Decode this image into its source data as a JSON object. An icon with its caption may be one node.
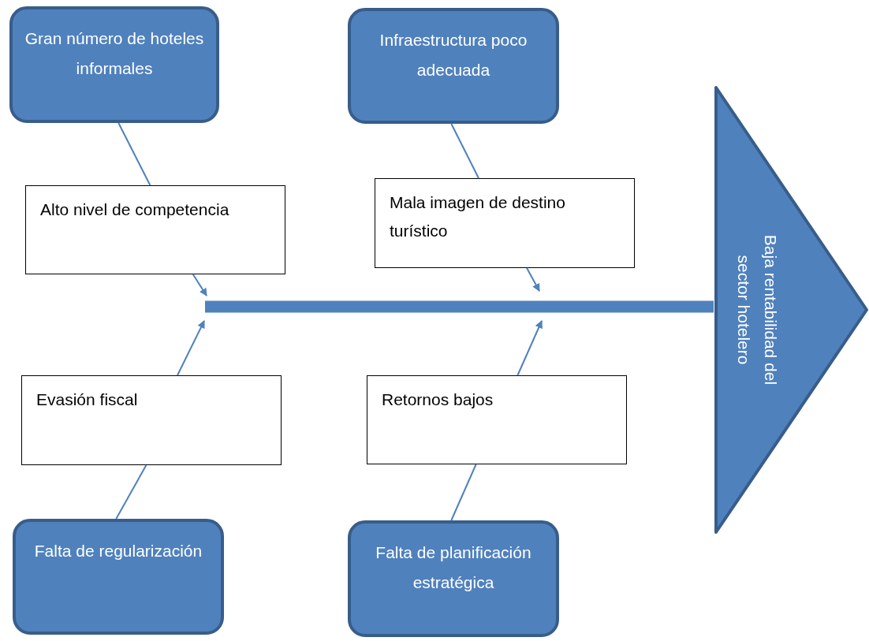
{
  "diagram": {
    "nodes": [
      {
        "text": [
          "Gran número de hoteles informales"
        ]
      },
      {
        "text": [
          "Infraestructura poco adecuada"
        ]
      },
      {
        "text": [
          "Alto nivel de competencia"
        ]
      },
      {
        "text": [
          "Mala imagen de destino turístico"
        ]
      },
      {
        "text": [
          "Baja rentabilidad del sector hotelero"
        ]
      },
      {
        "text": [
          "Evasión fiscal"
        ]
      },
      {
        "text": [
          "Retornos bajos"
        ]
      },
      {
        "text": [
          "Falta de regularización"
        ]
      },
      {
        "text": [
          "Falta de planificación estratégica"
        ]
      }
    ],
    "edges": [
      {
        "from": 0,
        "to": 2,
        "arrow": "none"
      },
      {
        "from": 1,
        "to": 3,
        "arrow": "none"
      },
      {
        "from": 2,
        "to": null,
        "arrow": "to"
      },
      {
        "from": 3,
        "to": null,
        "arrow": "to"
      },
      {
        "from": null,
        "to": 4,
        "arrow": "none",
        "style": "thick"
      },
      {
        "from": 7,
        "to": 5,
        "arrow": "none"
      },
      {
        "from": 8,
        "to": 6,
        "arrow": "none"
      },
      {
        "from": 5,
        "to": null,
        "arrow": "to"
      },
      {
        "from": 6,
        "to": null,
        "arrow": "to"
      }
    ]
  }
}
